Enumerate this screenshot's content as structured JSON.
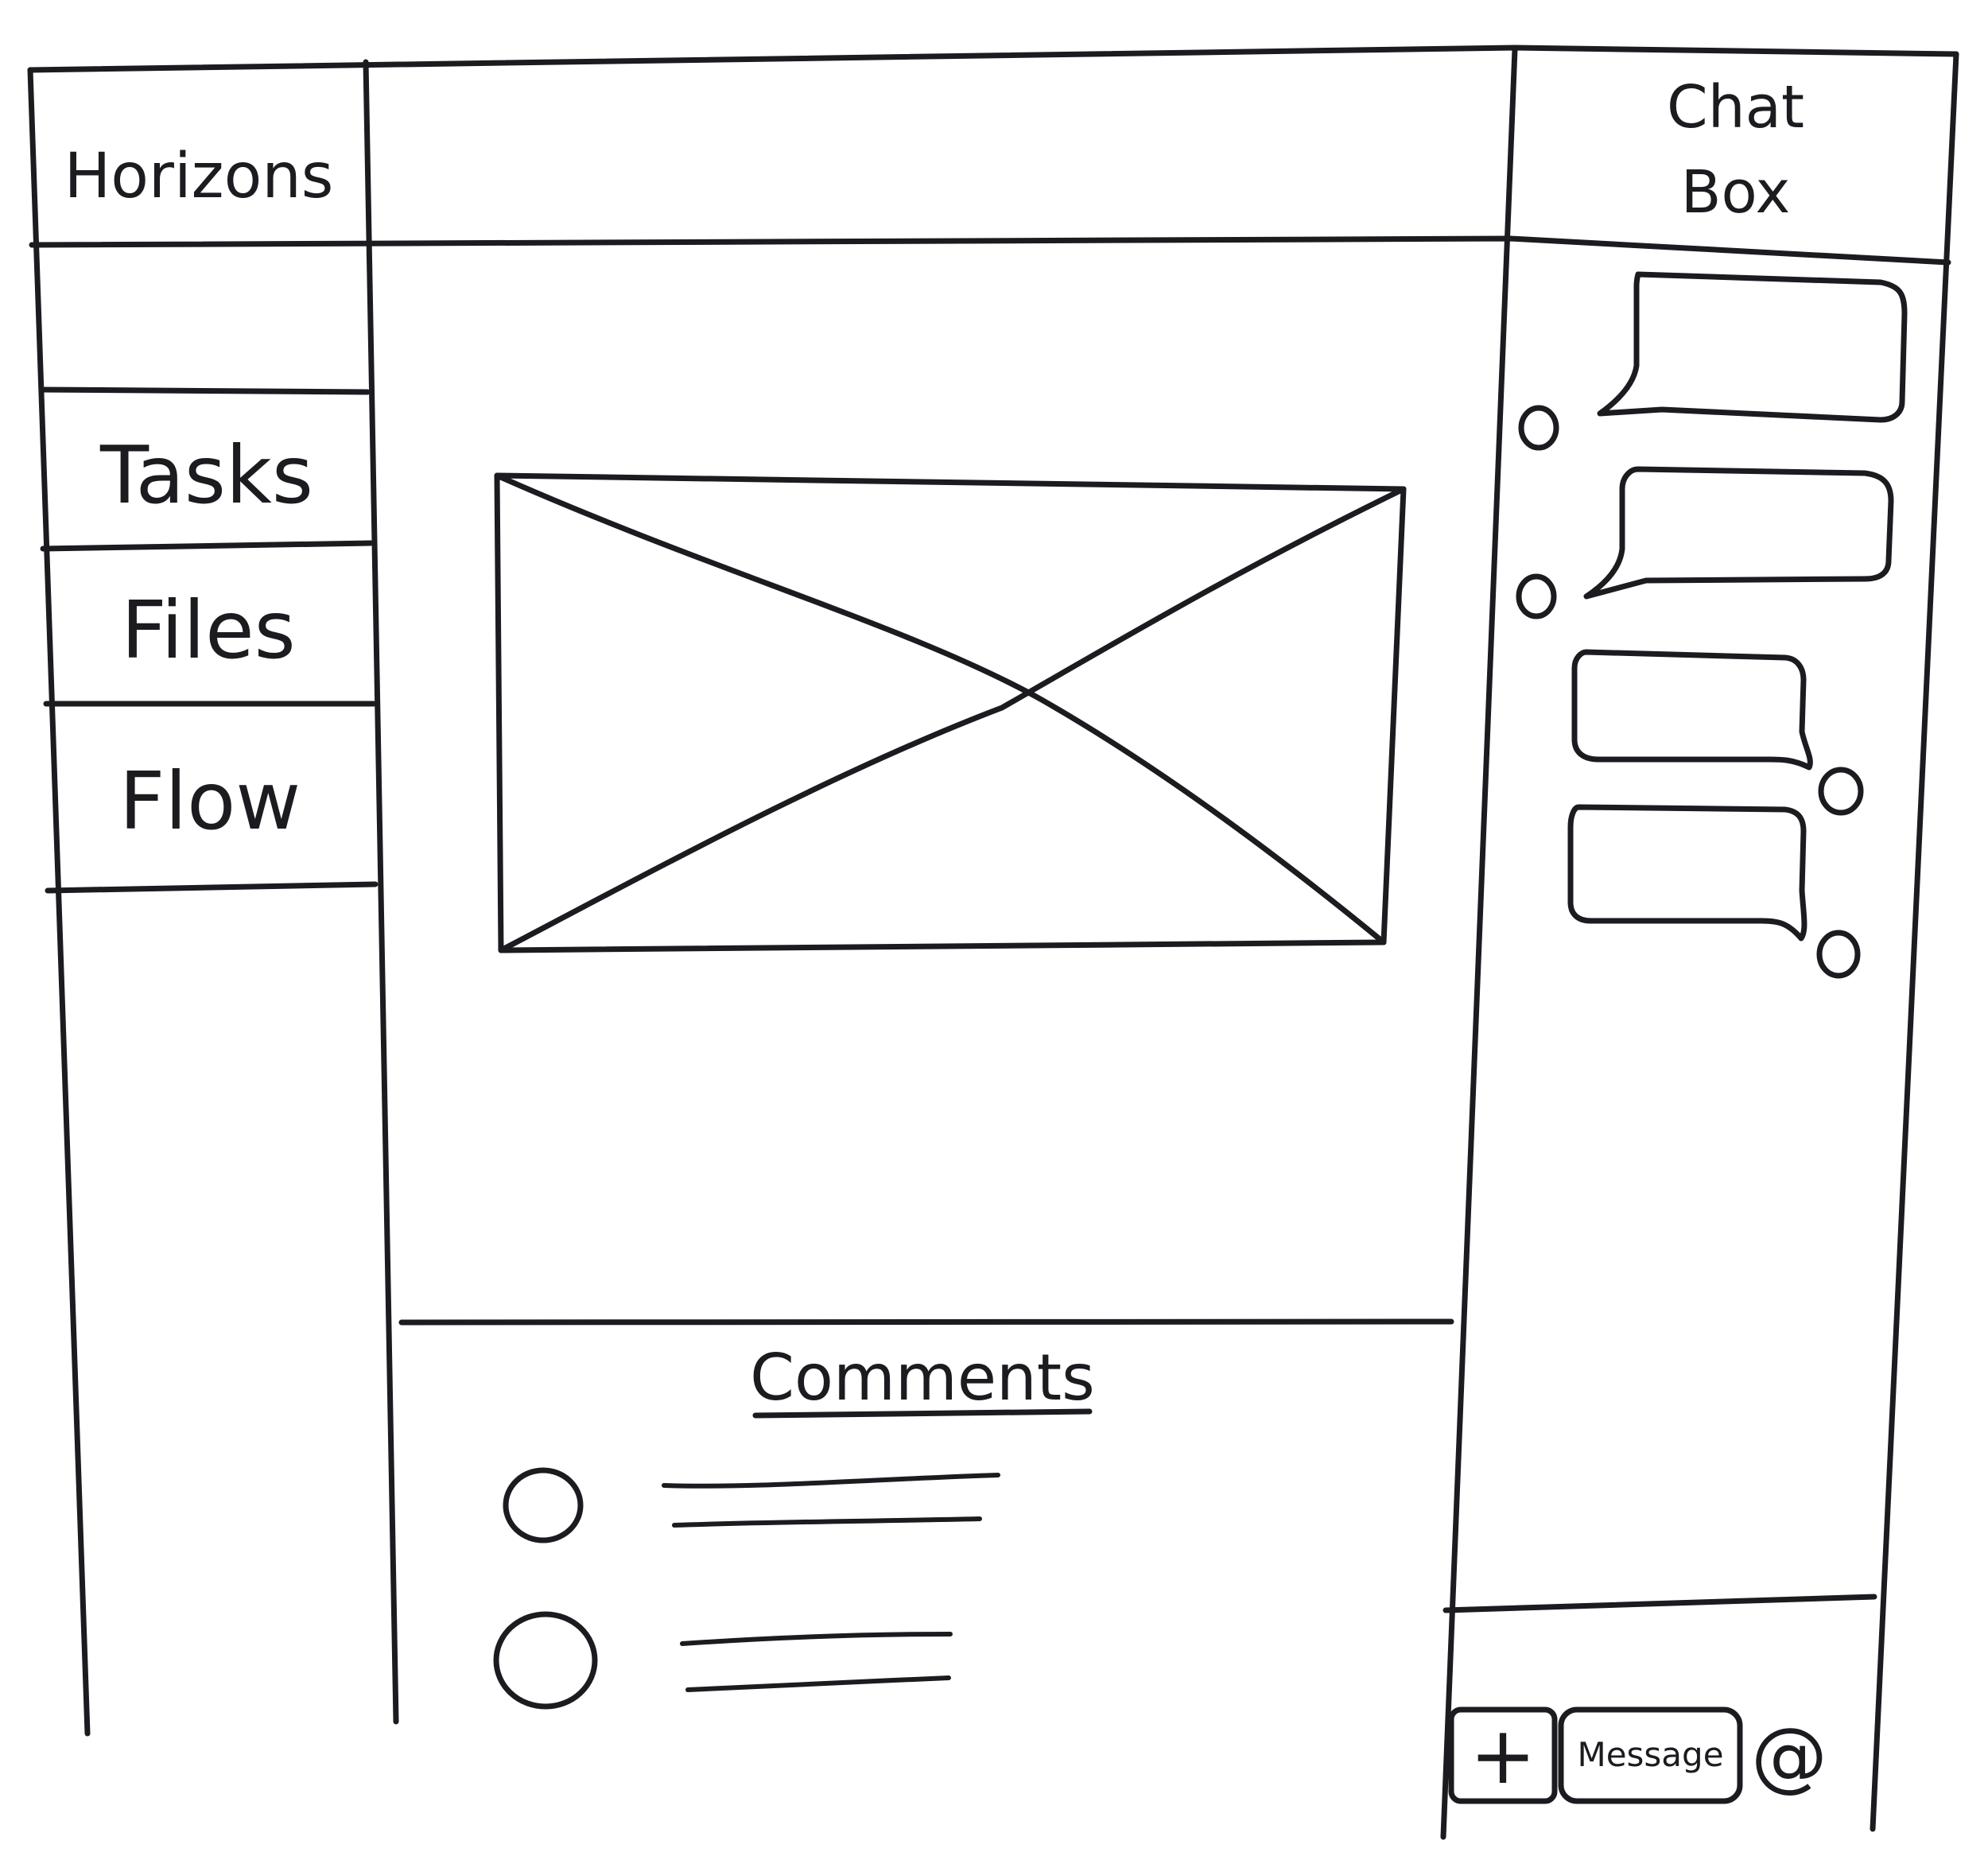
{
  "app": {
    "title": "Horizons"
  },
  "sidebar": {
    "items": [
      {
        "label": "Tasks"
      },
      {
        "label": "Files"
      },
      {
        "label": "Flow"
      }
    ]
  },
  "chat": {
    "title_line1": "Chat",
    "title_line2": "Box",
    "message_placeholder": "Message",
    "add_symbol": "+",
    "mention_symbol": "@"
  },
  "comments": {
    "title": "Comments"
  }
}
